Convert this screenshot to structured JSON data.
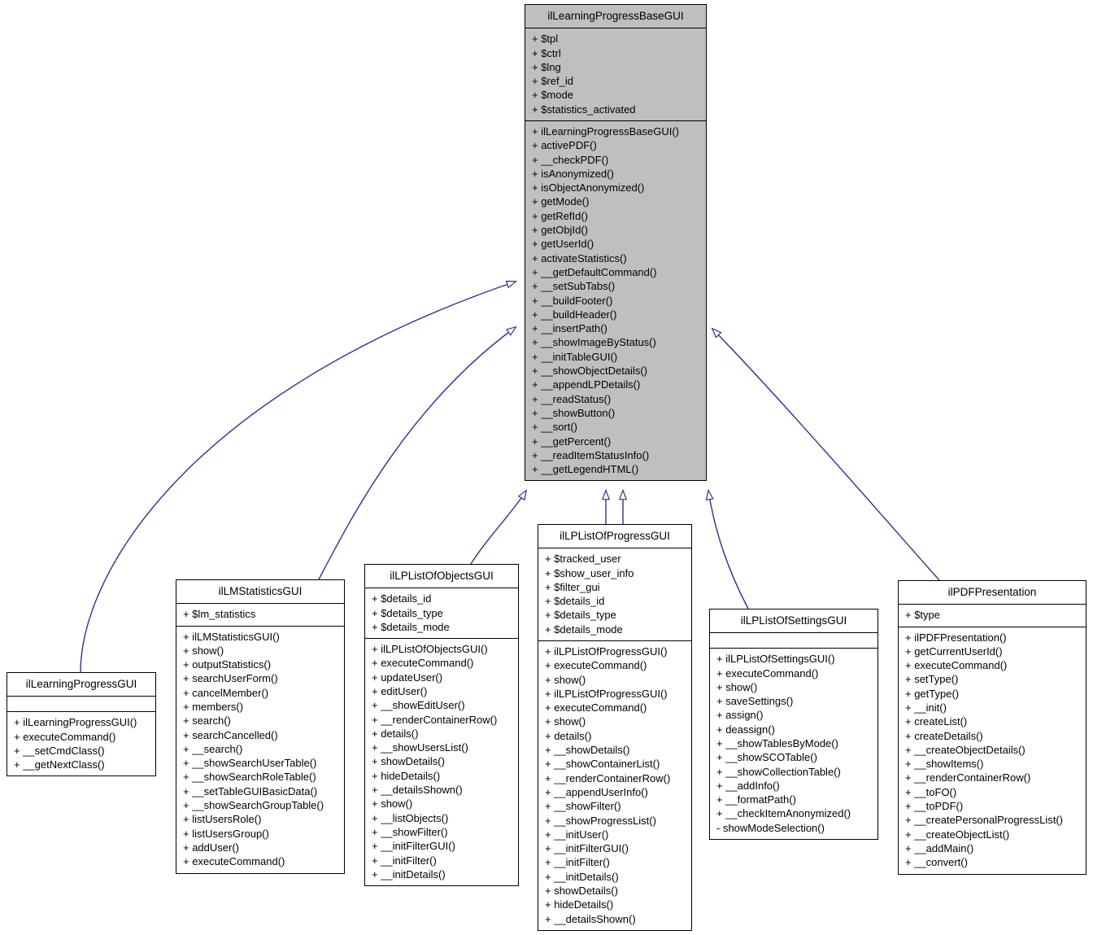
{
  "diagram": {
    "kind": "uml-class-inheritance-diagram",
    "edge_color": "#2e3192",
    "base_fill": "#bfbfbf",
    "node_fill": "#ffffff",
    "border_color": "#000000"
  },
  "classes": {
    "base": {
      "name": "ilLearningProgressBaseGUI",
      "attributes": [
        "+ $tpl",
        "+ $ctrl",
        "+ $lng",
        "+ $ref_id",
        "+ $mode",
        "+ $statistics_activated"
      ],
      "methods": [
        "+ ilLearningProgressBaseGUI()",
        "+ activePDF()",
        "+ __checkPDF()",
        "+ isAnonymized()",
        "+ isObjectAnonymized()",
        "+ getMode()",
        "+ getRefId()",
        "+ getObjId()",
        "+ getUserId()",
        "+ activateStatistics()",
        "+ __getDefaultCommand()",
        "+ __setSubTabs()",
        "+ __buildFooter()",
        "+ __buildHeader()",
        "+ __insertPath()",
        "+ __showImageByStatus()",
        "+ __initTableGUI()",
        "+ __showObjectDetails()",
        "+ __appendLPDetails()",
        "+ __readStatus()",
        "+ __showButton()",
        "+ __sort()",
        "+ __getPercent()",
        "+ __readItemStatusInfo()",
        "+ __getLegendHTML()"
      ]
    },
    "learning_progress_gui": {
      "name": "ilLearningProgressGUI",
      "attributes": [],
      "methods": [
        "+ ilLearningProgressGUI()",
        "+ executeCommand()",
        "+ __setCmdClass()",
        "+ __getNextClass()"
      ]
    },
    "lm_statistics_gui": {
      "name": "ilLMStatisticsGUI",
      "attributes": [
        "+ $lm_statistics"
      ],
      "methods": [
        "+ ilLMStatisticsGUI()",
        "+ show()",
        "+ outputStatistics()",
        "+ searchUserForm()",
        "+ cancelMember()",
        "+ members()",
        "+ search()",
        "+ searchCancelled()",
        "+ __search()",
        "+ __showSearchUserTable()",
        "+ __showSearchRoleTable()",
        "+ __setTableGUIBasicData()",
        "+ __showSearchGroupTable()",
        "+ listUsersRole()",
        "+ listUsersGroup()",
        "+ addUser()",
        "+ executeCommand()"
      ]
    },
    "list_of_objects_gui": {
      "name": "ilLPListOfObjectsGUI",
      "attributes": [
        "+ $details_id",
        "+ $details_type",
        "+ $details_mode"
      ],
      "methods": [
        "+ ilLPListOfObjectsGUI()",
        "+ executeCommand()",
        "+ updateUser()",
        "+ editUser()",
        "+ __showEditUser()",
        "+ __renderContainerRow()",
        "+ details()",
        "+ __showUsersList()",
        "+ showDetails()",
        "+ hideDetails()",
        "+ __detailsShown()",
        "+ show()",
        "+ __listObjects()",
        "+ __showFilter()",
        "+ __initFilterGUI()",
        "+ __initFilter()",
        "+ __initDetails()"
      ]
    },
    "list_of_progress_gui": {
      "name": "ilLPListOfProgressGUI",
      "attributes": [
        "+ $tracked_user",
        "+ $show_user_info",
        "+ $filter_gui",
        "+ $details_id",
        "+ $details_type",
        "+ $details_mode"
      ],
      "methods": [
        "+ ilLPListOfProgressGUI()",
        "+ executeCommand()",
        "+ show()",
        "+ ilLPListOfProgressGUI()",
        "+ executeCommand()",
        "+ show()",
        "+ details()",
        "+ __showDetails()",
        "+ __showContainerList()",
        "+ __renderContainerRow()",
        "+ __appendUserInfo()",
        "+ __showFilter()",
        "+ __showProgressList()",
        "+ __initUser()",
        "+ __initFilterGUI()",
        "+ __initFilter()",
        "+ __initDetails()",
        "+ showDetails()",
        "+ hideDetails()",
        "+ __detailsShown()"
      ]
    },
    "list_of_settings_gui": {
      "name": "ilLPListOfSettingsGUI",
      "attributes": [],
      "methods": [
        "+ ilLPListOfSettingsGUI()",
        "+ executeCommand()",
        "+ show()",
        "+ saveSettings()",
        "+ assign()",
        "+ deassign()",
        "+ __showTablesByMode()",
        "+ __showSCOTable()",
        "+ __showCollectionTable()",
        "+ __addInfo()",
        "+ __formatPath()",
        "+ __checkItemAnonymized()",
        "- showModeSelection()"
      ]
    },
    "pdf_presentation": {
      "name": "ilPDFPresentation",
      "attributes": [
        "+ $type"
      ],
      "methods": [
        "+ ilPDFPresentation()",
        "+ getCurrentUserId()",
        "+ executeCommand()",
        "+ setType()",
        "+ getType()",
        "+ __init()",
        "+ createList()",
        "+ createDetails()",
        "+ __createObjectDetails()",
        "+ __showItems()",
        "+ __renderContainerRow()",
        "+ __toFO()",
        "+ __toPDF()",
        "+ __createPersonalProgressList()",
        "+ __createObjectList()",
        "+ __addMain()",
        "+ __convert()"
      ]
    }
  },
  "inheritance_edges": [
    {
      "from": "ilLearningProgressGUI",
      "to": "ilLearningProgressBaseGUI"
    },
    {
      "from": "ilLMStatisticsGUI",
      "to": "ilLearningProgressBaseGUI"
    },
    {
      "from": "ilLPListOfObjectsGUI",
      "to": "ilLearningProgressBaseGUI"
    },
    {
      "from": "ilLPListOfProgressGUI",
      "to": "ilLearningProgressBaseGUI"
    },
    {
      "from": "ilLPListOfSettingsGUI",
      "to": "ilLearningProgressBaseGUI"
    },
    {
      "from": "ilPDFPresentation",
      "to": "ilLearningProgressBaseGUI"
    }
  ]
}
